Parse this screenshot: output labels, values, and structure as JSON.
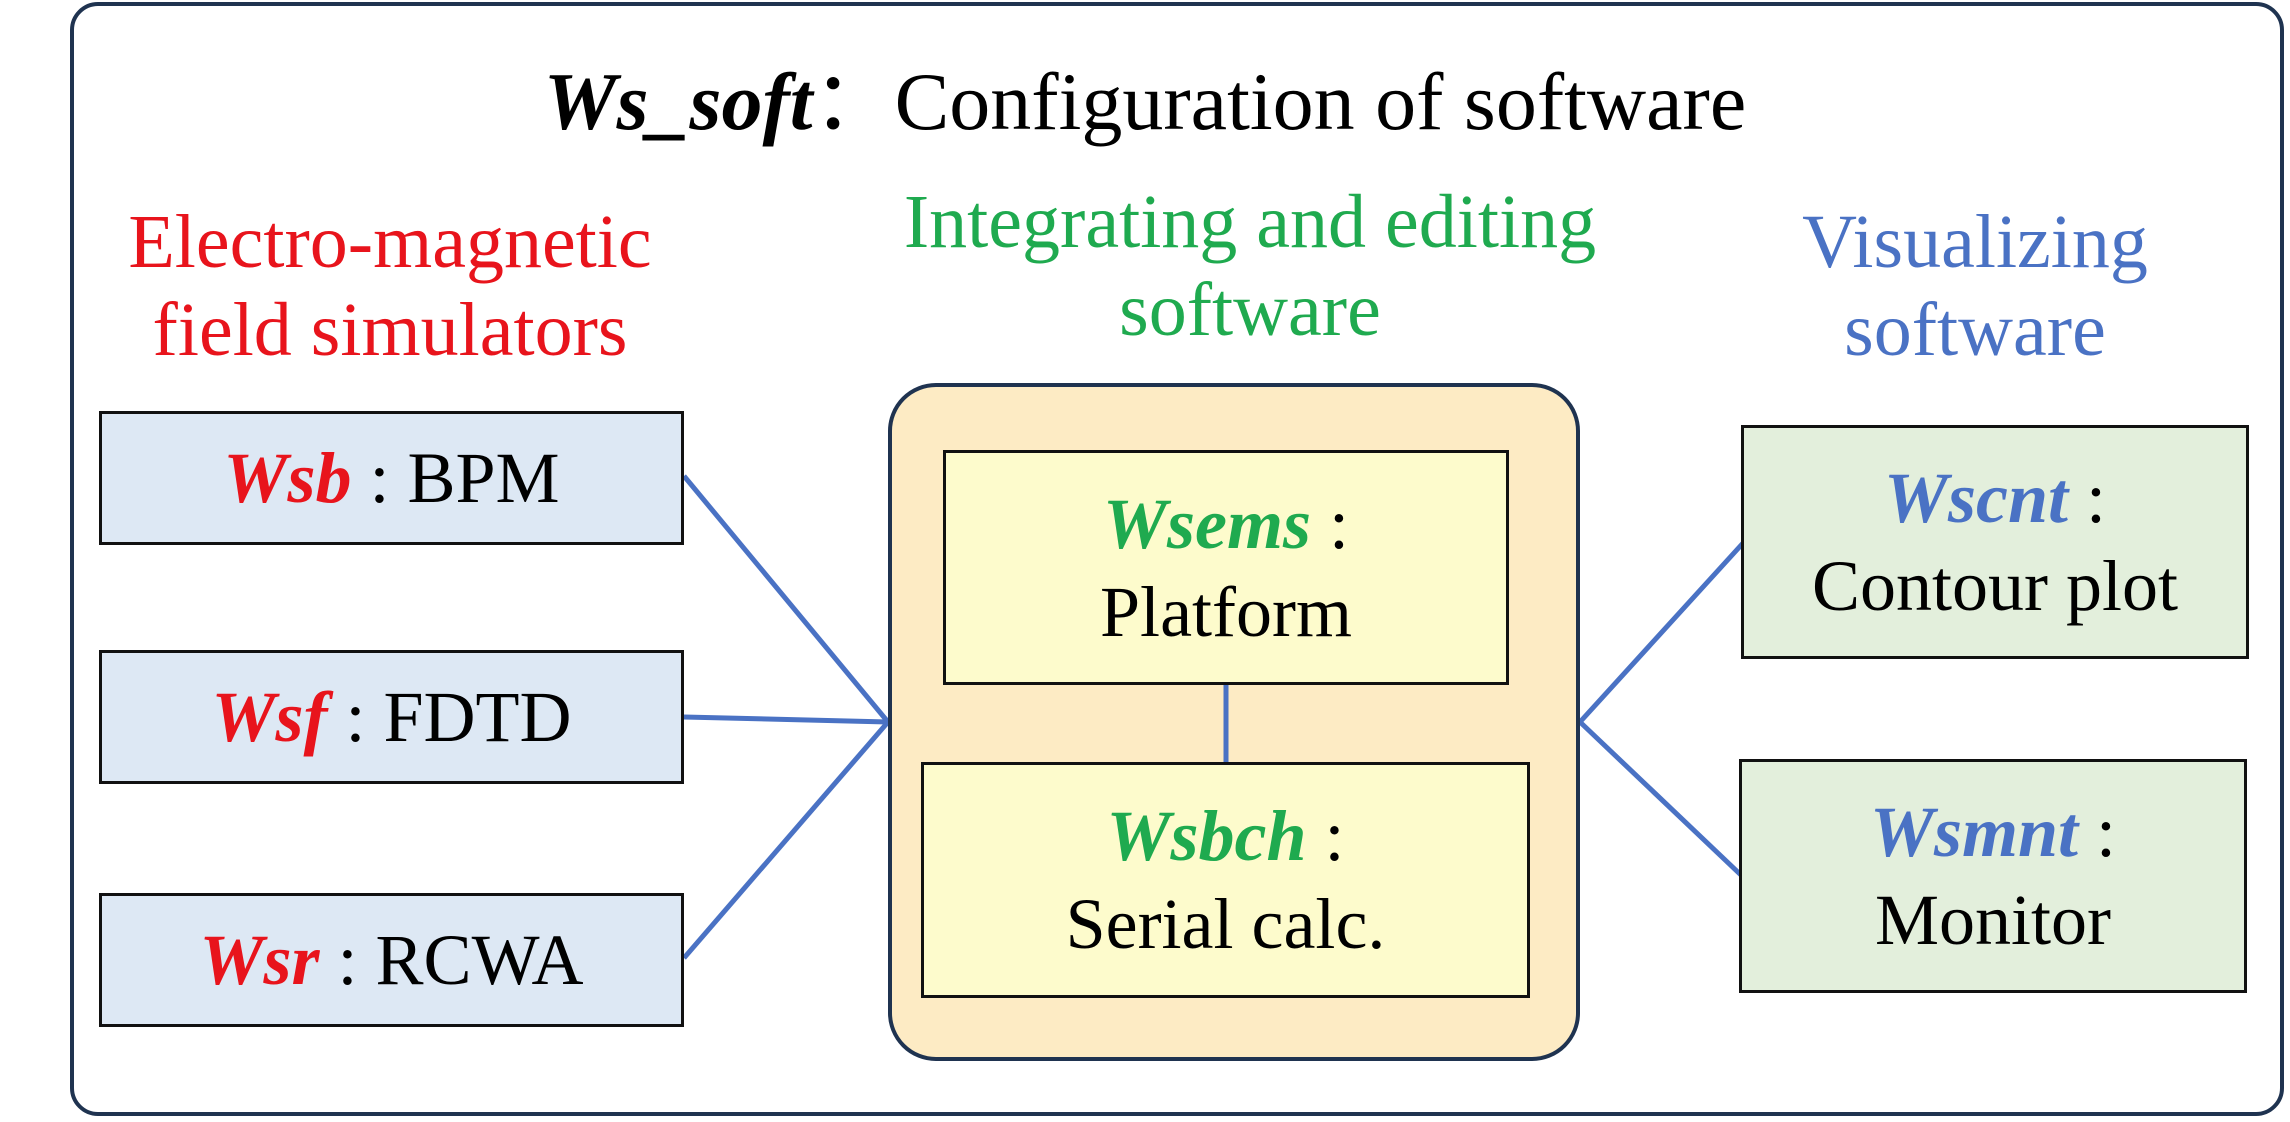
{
  "title": {
    "name": "Ws_soft",
    "sep": "：",
    "text": "Configuration of software"
  },
  "columns": {
    "left": {
      "line1": "Electro-magnetic",
      "line2": "field simulators"
    },
    "center": {
      "line1": "Integrating and editing",
      "line2": "software"
    },
    "right": {
      "line1": "Visualizing",
      "line2": "software"
    }
  },
  "simulators": [
    {
      "name": "Wsb",
      "desc": ": BPM"
    },
    {
      "name": "Wsf",
      "desc": " : FDTD"
    },
    {
      "name": "Wsr",
      "desc": ": RCWA"
    }
  ],
  "center_boxes": [
    {
      "name": "Wsems",
      "sep": " :",
      "desc": "Platform"
    },
    {
      "name": "Wsbch",
      "sep": " :",
      "desc": "Serial calc."
    }
  ],
  "visualizers": [
    {
      "name": "Wscnt",
      "sep": " :",
      "desc": "Contour plot"
    },
    {
      "name": "Wsmnt",
      "sep": " :",
      "desc": "Monitor"
    }
  ],
  "colors": {
    "simulators": "#e8141c",
    "integrating": "#1faa4f",
    "visualizing": "#4a72c4",
    "connector": "#4a72c4",
    "simulator_box_fill": "#dde8f4",
    "visualizer_box_fill": "#e3efdc",
    "center_box_fill": "#fdfbcc",
    "group_fill": "#fdebc4"
  }
}
